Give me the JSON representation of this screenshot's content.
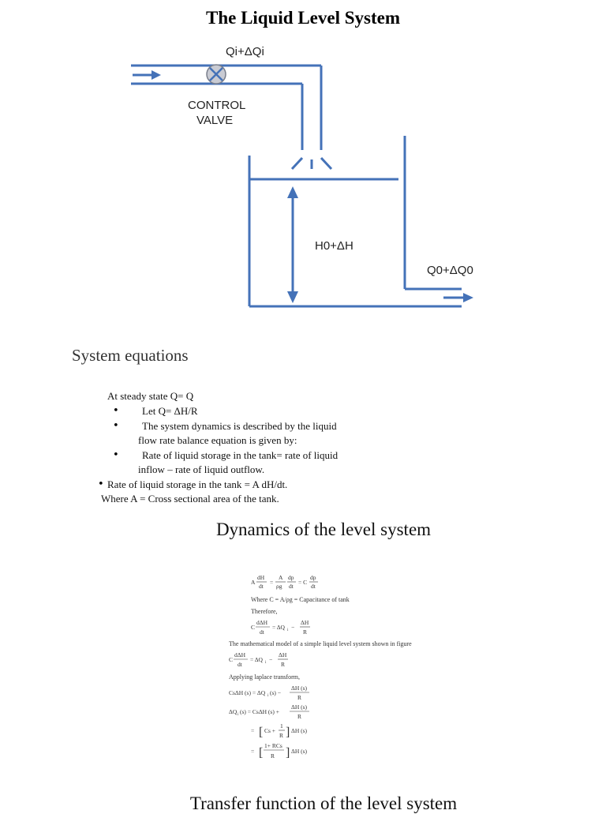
{
  "title": "The Liquid Level System",
  "diagram": {
    "inflow_label": "Qi+ΔQi",
    "valve_label_line1": "CONTROL",
    "valve_label_line2": "VALVE",
    "height_label": "H0+ΔH",
    "outflow_label": "Q0+ΔQ0",
    "color": "#4472b8"
  },
  "system_equations": {
    "heading": "System equations",
    "lines": [
      "At steady state Q= Q",
      "Let Q= ΔH/R",
      "The system dynamics is described by the liquid",
      "flow rate balance equation is given by:",
      "Rate of liquid storage in the tank= rate of liquid",
      "inflow – rate of liquid outflow.",
      "Rate of liquid storage in the tank = A dH/dt.",
      "Where A = Cross sectional area of the tank."
    ]
  },
  "dynamics": {
    "heading": "Dynamics of the level system",
    "text1": "Where C = A/ρg = Capacitance of tank",
    "text2": "Therefore,",
    "text3": "The mathematical model of a simple liquid level system shown in figure",
    "text4": "Applying laplace transform,"
  },
  "transfer": {
    "heading": "Transfer function of the level system"
  }
}
